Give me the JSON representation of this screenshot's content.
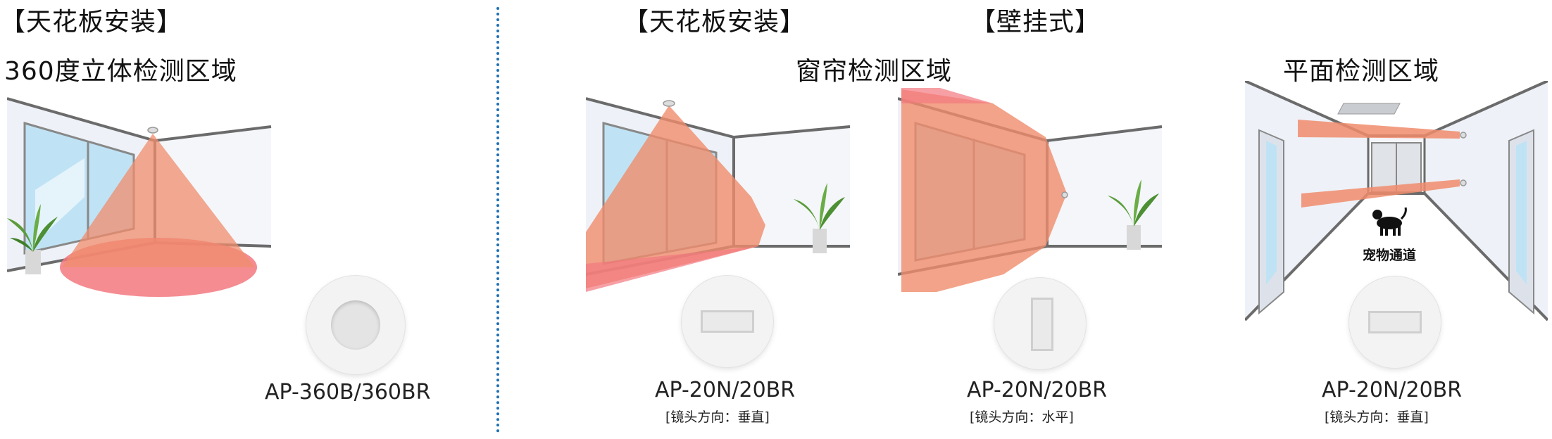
{
  "left": {
    "mount_label": "【天花板安装】",
    "zone_title": "360度立体检测区域",
    "model": "AP-360B/360BR"
  },
  "middle": {
    "mount_label": "【天花板安装】",
    "wall_label": "【壁挂式】",
    "zone_title": "窗帘检测区域",
    "ceiling_model": "AP-20N/20BR",
    "ceiling_lens": "[镜头方向：垂直]",
    "wall_model": "AP-20N/20BR",
    "wall_lens": "[镜头方向：水平]"
  },
  "right": {
    "zone_title": "平面检测区域",
    "pet_caption": "宠物通道",
    "model": "AP-20N/20BR",
    "lens": "[镜头方向：垂直]"
  },
  "colors": {
    "detection": "#f08c6c",
    "floor_zone": "#f2787f",
    "wall": "#eef2f8",
    "outline": "#6b6b6b",
    "divider": "#1f6fb5"
  }
}
